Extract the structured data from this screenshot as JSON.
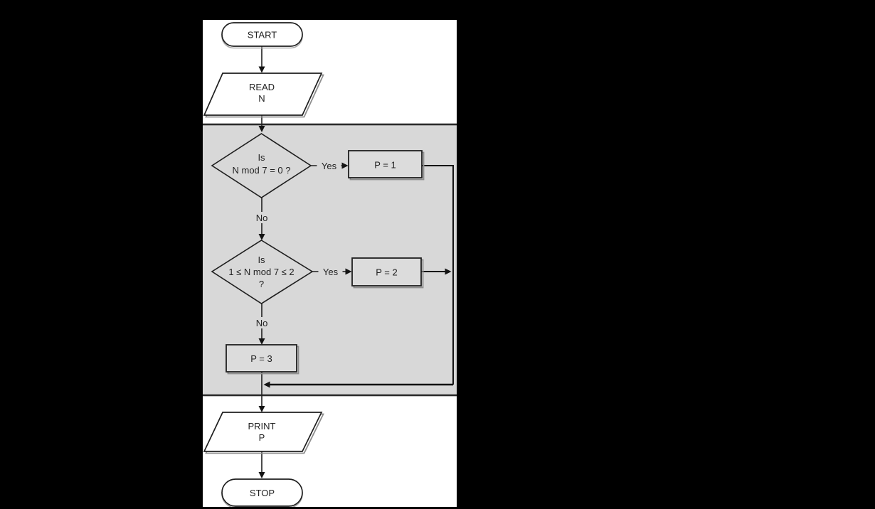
{
  "scene": {
    "background_color": "#000000",
    "panel_color": "#ffffff",
    "band_color": "#d8d8d8",
    "line_color": "#1f1f1f"
  },
  "flowchart": {
    "nodes": {
      "start": {
        "shape": "terminator",
        "label": "START"
      },
      "read": {
        "shape": "input-parallelogram",
        "line1": "READ",
        "line2": "N"
      },
      "decision1": {
        "shape": "decision-diamond",
        "line1": "Is",
        "line2": "N mod 7 = 0 ?"
      },
      "assign_p1": {
        "shape": "process-box",
        "label": "P = 1"
      },
      "decision2": {
        "shape": "decision-diamond",
        "line1": "Is",
        "line2": "1 ≤ N mod 7 ≤ 2",
        "line3": "?"
      },
      "assign_p2": {
        "shape": "process-box",
        "label": "P = 2"
      },
      "assign_p3": {
        "shape": "process-box",
        "label": "P = 3"
      },
      "print": {
        "shape": "output-parallelogram",
        "line1": "PRINT",
        "line2": "P"
      },
      "stop": {
        "shape": "terminator",
        "label": "STOP"
      }
    },
    "edge_labels": {
      "decision1_yes": "Yes",
      "decision1_no": "No",
      "decision2_yes": "Yes",
      "decision2_no": "No"
    }
  }
}
